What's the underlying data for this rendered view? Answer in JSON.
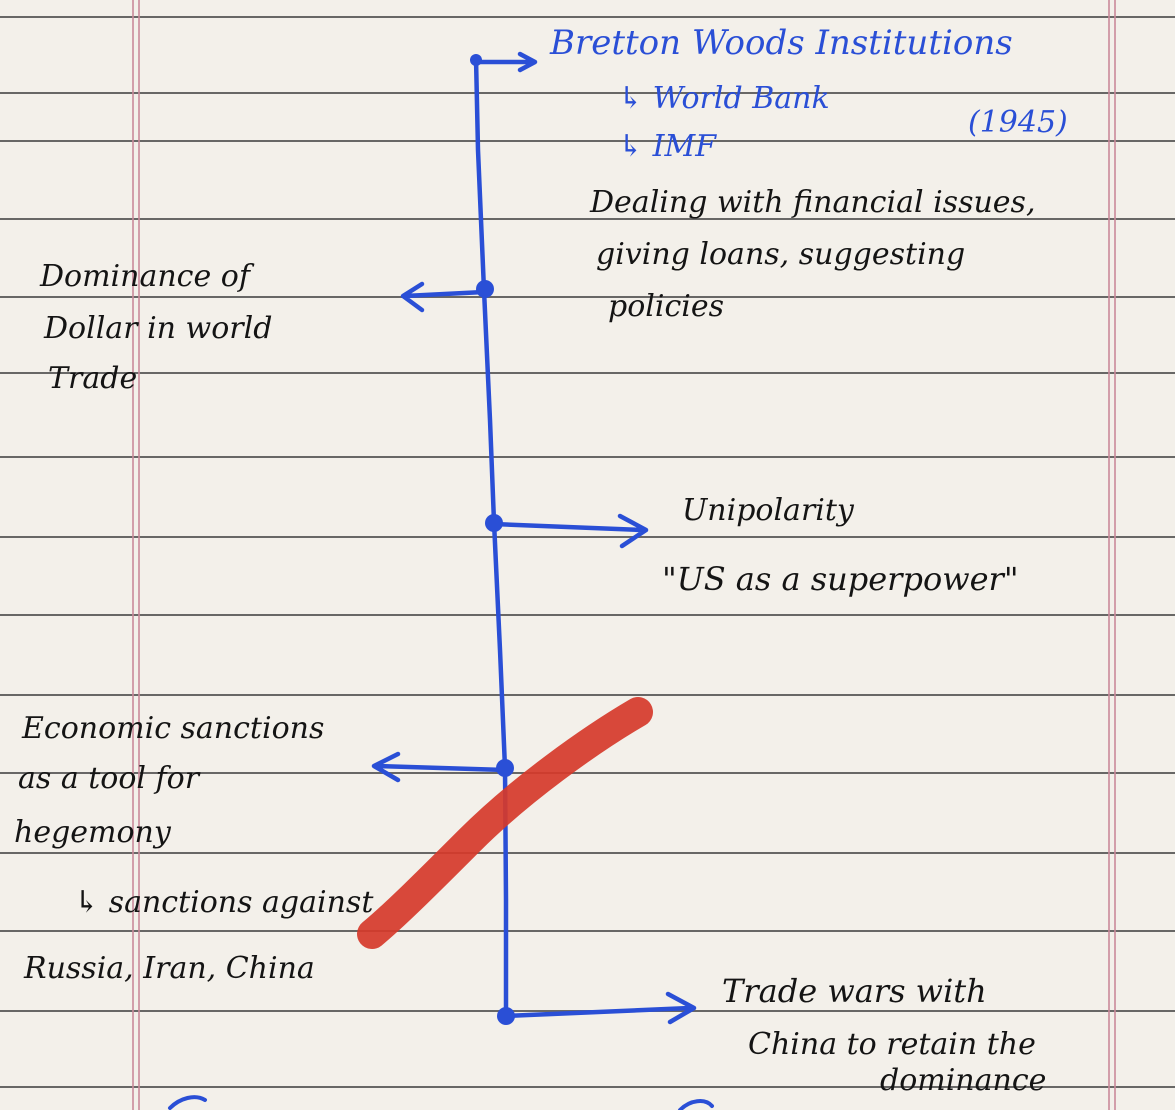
{
  "notes": {
    "bretton_woods": "Bretton Woods Institutions",
    "world_bank": "↳ World Bank",
    "imf": "↳ IMF",
    "year": "(1945)",
    "financial_line1": "Dealing with financial issues,",
    "financial_line2": "giving loans, suggesting",
    "financial_line3": "policies",
    "dollar_line1": "Dominance of",
    "dollar_line2": "Dollar in world",
    "dollar_line3": "Trade",
    "unipolarity": "Unipolarity",
    "superpower": "\"US as a superpower\"",
    "sanctions_line1": "Economic sanctions",
    "sanctions_line2": "as a tool for",
    "sanctions_line3": "hegemony",
    "sanctions_against": "↳ sanctions against",
    "countries": "Russia, Iran, China",
    "trade_line1": "Trade wars with",
    "trade_line2": "China to retain the",
    "trade_line3": "dominance"
  },
  "colors": {
    "paper": "#f3f0ea",
    "rule": "#3a3a3a",
    "margin": "#c98a9a",
    "blue_ink": "#2a4fd6",
    "black_ink": "#141414",
    "red_marker": "#d63a2a"
  }
}
